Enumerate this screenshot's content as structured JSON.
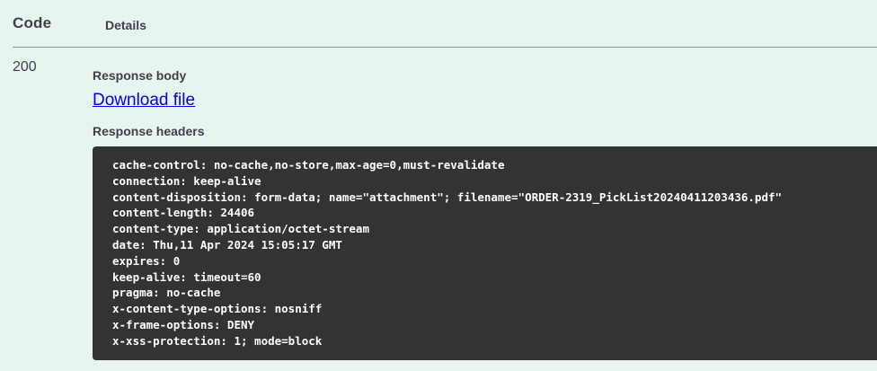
{
  "table": {
    "columns": [
      {
        "label": "Code"
      },
      {
        "label": "Details"
      }
    ]
  },
  "response": {
    "code": "200",
    "body_label": "Response body",
    "download_link": "Download file",
    "headers_label": "Response headers",
    "headers": [
      "cache-control: no-cache,no-store,max-age=0,must-revalidate",
      "connection: keep-alive",
      "content-disposition: form-data; name=\"attachment\"; filename=\"ORDER-2319_PickList20240411203436.pdf\"",
      "content-length: 24406",
      "content-type: application/octet-stream",
      "date: Thu,11 Apr 2024 15:05:17 GMT",
      "expires: 0",
      "keep-alive: timeout=60",
      "pragma: no-cache",
      "x-content-type-options: nosniff",
      "x-frame-options: DENY",
      "x-xss-protection: 1; mode=block"
    ]
  },
  "colors": {
    "page_bg": "#e8f5ee",
    "label_text": "#3b4151",
    "link": "#0000ee",
    "divider": "#8c9297",
    "code_block_bg": "#333333",
    "code_block_text": "#ffffff"
  }
}
